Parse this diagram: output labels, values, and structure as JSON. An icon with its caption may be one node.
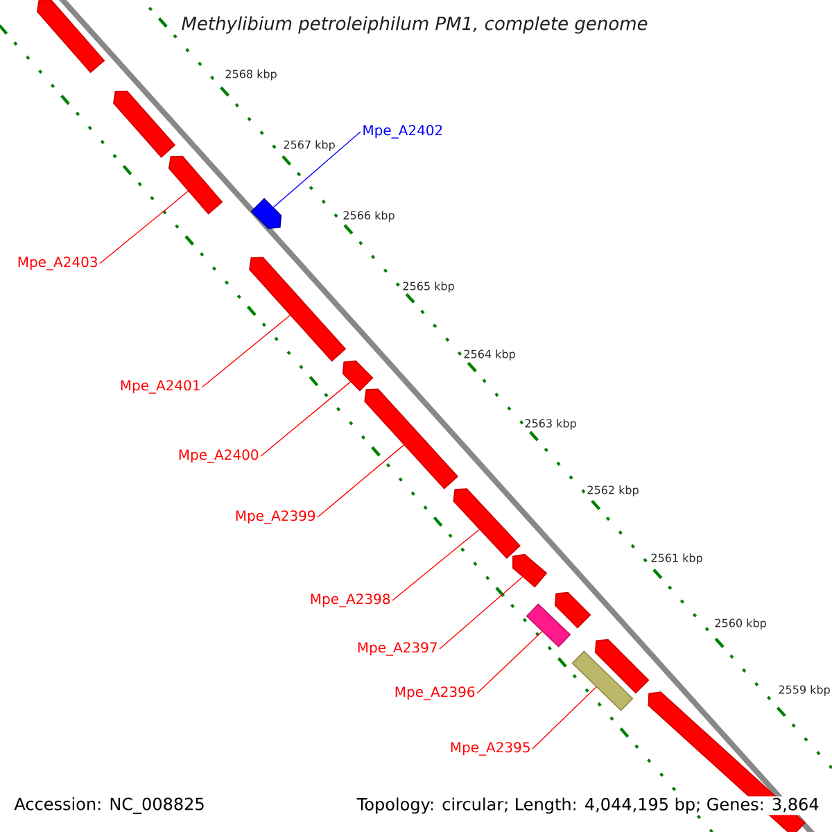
{
  "diagram": {
    "title": "Methylibium petroleiphilum PM1, complete genome",
    "nodes": [
      {
        "text": [],
        "shape": "arrow"
      },
      {
        "text": [],
        "shape": "arrow"
      },
      {
        "text": [],
        "shape": "arrow"
      },
      {
        "text": [],
        "shape": "arrow"
      },
      {
        "text": [],
        "shape": "arrow"
      },
      {
        "text": [],
        "shape": "arrow"
      },
      {
        "text": [],
        "shape": "arrow"
      },
      {
        "text": [],
        "shape": "arrow"
      },
      {
        "text": [],
        "shape": "arrow"
      },
      {
        "text": [],
        "shape": "arrow"
      },
      {
        "text": [],
        "shape": "bar"
      },
      {
        "text": [],
        "shape": "arrow"
      },
      {
        "text": [],
        "shape": "bar"
      },
      {
        "text": [],
        "shape": "arrow"
      },
      {
        "text": [
          "Mpe_A2402"
        ]
      },
      {
        "text": [
          "Mpe_A2403"
        ]
      },
      {
        "text": [
          "Mpe_A2401"
        ]
      },
      {
        "text": [
          "Mpe_A2400"
        ]
      },
      {
        "text": [
          "Mpe_A2399"
        ]
      },
      {
        "text": [
          "Mpe_A2398"
        ]
      },
      {
        "text": [
          "Mpe_A2397"
        ]
      },
      {
        "text": [
          "Mpe_A2396"
        ]
      },
      {
        "text": [
          "Mpe_A2395"
        ]
      }
    ],
    "edges": [
      {
        "from": 14,
        "to": 3,
        "arrow": "none",
        "color": "#0000ff"
      },
      {
        "from": 15,
        "to": 2,
        "arrow": "none"
      },
      {
        "from": 16,
        "to": 4,
        "arrow": "none"
      },
      {
        "from": 17,
        "to": 5,
        "arrow": "none"
      },
      {
        "from": 18,
        "to": 6,
        "arrow": "none"
      },
      {
        "from": 19,
        "to": 7,
        "arrow": "none"
      },
      {
        "from": 20,
        "to": 8,
        "arrow": "none"
      },
      {
        "from": 21,
        "to": 10,
        "arrow": "none"
      },
      {
        "from": 22,
        "to": 12,
        "arrow": "none"
      }
    ],
    "labels": [
      "2568 kbp",
      "2567 kbp",
      "2566 kbp",
      "2565 kbp",
      "2564 kbp",
      "2563 kbp",
      "2562 kbp",
      "2561 kbp",
      "2560 kbp",
      "2559 kbp",
      "Accession: NC_008825",
      "Topology: circular; Length: 4,044,195 bp; Genes: 3,864"
    ]
  }
}
